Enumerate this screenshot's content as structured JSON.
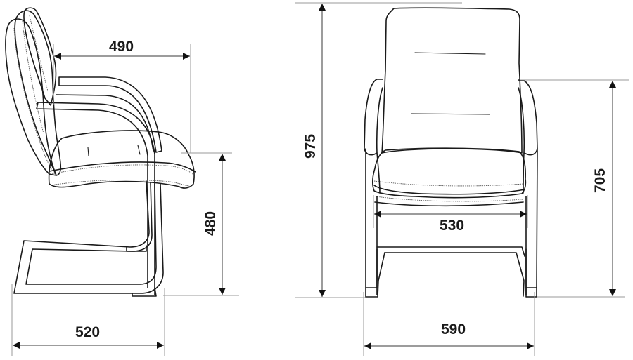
{
  "drawing": {
    "subject": "Cantilever visitor chair with armrests",
    "views": [
      {
        "name": "side-view",
        "label": "Side view"
      },
      {
        "name": "front-view",
        "label": "Front view"
      }
    ],
    "units": "mm",
    "line_color": "#1a1a1a",
    "extension_line_color": "#9a9a9a"
  },
  "side_view": {
    "armrest_depth": "490",
    "seat_height": "480",
    "base_depth": "520"
  },
  "front_view": {
    "total_height": "975",
    "armrest_height": "705",
    "seat_width": "530",
    "total_width": "590"
  }
}
